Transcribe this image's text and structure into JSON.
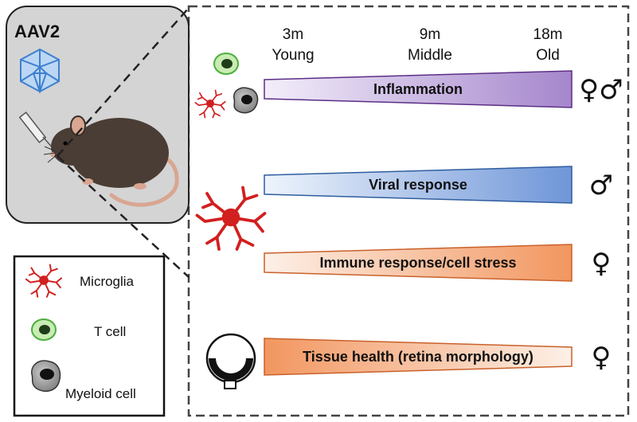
{
  "inset": {
    "title": "AAV2"
  },
  "timeline": {
    "ages": [
      {
        "months": "3m",
        "stage": "Young"
      },
      {
        "months": "9m",
        "stage": "Middle"
      },
      {
        "months": "18m",
        "stage": "Old"
      }
    ]
  },
  "bars": [
    {
      "label": "Inflammation",
      "sex": "♀♂",
      "color": "#a586cc",
      "light": "#f3eefa",
      "edge": "#5b2e86"
    },
    {
      "label": "Viral response",
      "sex": "♂",
      "color": "#6f96d8",
      "light": "#eef4fc",
      "edge": "#2f5d9f"
    },
    {
      "label": "Immune response/cell stress",
      "sex": "♀",
      "color": "#f2965f",
      "light": "#fdf0e8",
      "edge": "#c9612a"
    },
    {
      "label": "Tissue health (retina morphology)",
      "sex": "♀",
      "color": "#f2965f",
      "light": "#fdf0e8",
      "edge": "#c9612a",
      "reversed": true
    }
  ],
  "legend": {
    "items": [
      {
        "icon": "microglia-icon",
        "label": "Microglia"
      },
      {
        "icon": "t-cell-icon",
        "label": "T cell"
      },
      {
        "icon": "myeloid-cell-icon",
        "label": "Myeloid cell"
      }
    ]
  }
}
